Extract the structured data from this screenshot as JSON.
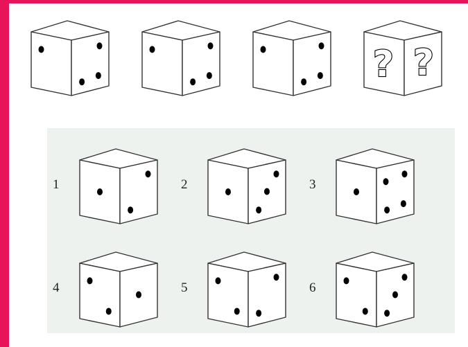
{
  "sequence": [
    {
      "id": "seq-1",
      "front": [
        "tl"
      ],
      "side": [
        "tr",
        "bl",
        "br"
      ]
    },
    {
      "id": "seq-2",
      "front": [
        "tl"
      ],
      "side": [
        "tr",
        "bl",
        "br"
      ]
    },
    {
      "id": "seq-3",
      "front": [
        "tl"
      ],
      "side": [
        "tr",
        "bl",
        "br"
      ]
    },
    {
      "id": "seq-4-unknown",
      "question": true,
      "front_text": "?",
      "side_text": "?"
    }
  ],
  "options": [
    {
      "number": "1",
      "front": [
        "c"
      ],
      "side": [
        "tr",
        "bl"
      ]
    },
    {
      "number": "2",
      "front": [
        "c"
      ],
      "side": [
        "tr",
        "c",
        "bl"
      ]
    },
    {
      "number": "3",
      "front": [
        "c"
      ],
      "side": [
        "tl",
        "tr",
        "bl",
        "br"
      ]
    },
    {
      "number": "4",
      "front": [
        "tl",
        "br"
      ],
      "side": [
        "c"
      ]
    },
    {
      "number": "5",
      "front": [
        "tl",
        "br"
      ],
      "side": [
        "tr",
        "bl"
      ]
    },
    {
      "number": "6",
      "front": [
        "tl",
        "br"
      ],
      "side": [
        "tr",
        "c",
        "bl"
      ]
    }
  ],
  "colors": {
    "frame": "#e8145a",
    "panel": "#edf2ee",
    "pip": "#000000",
    "outline": "#333333"
  }
}
